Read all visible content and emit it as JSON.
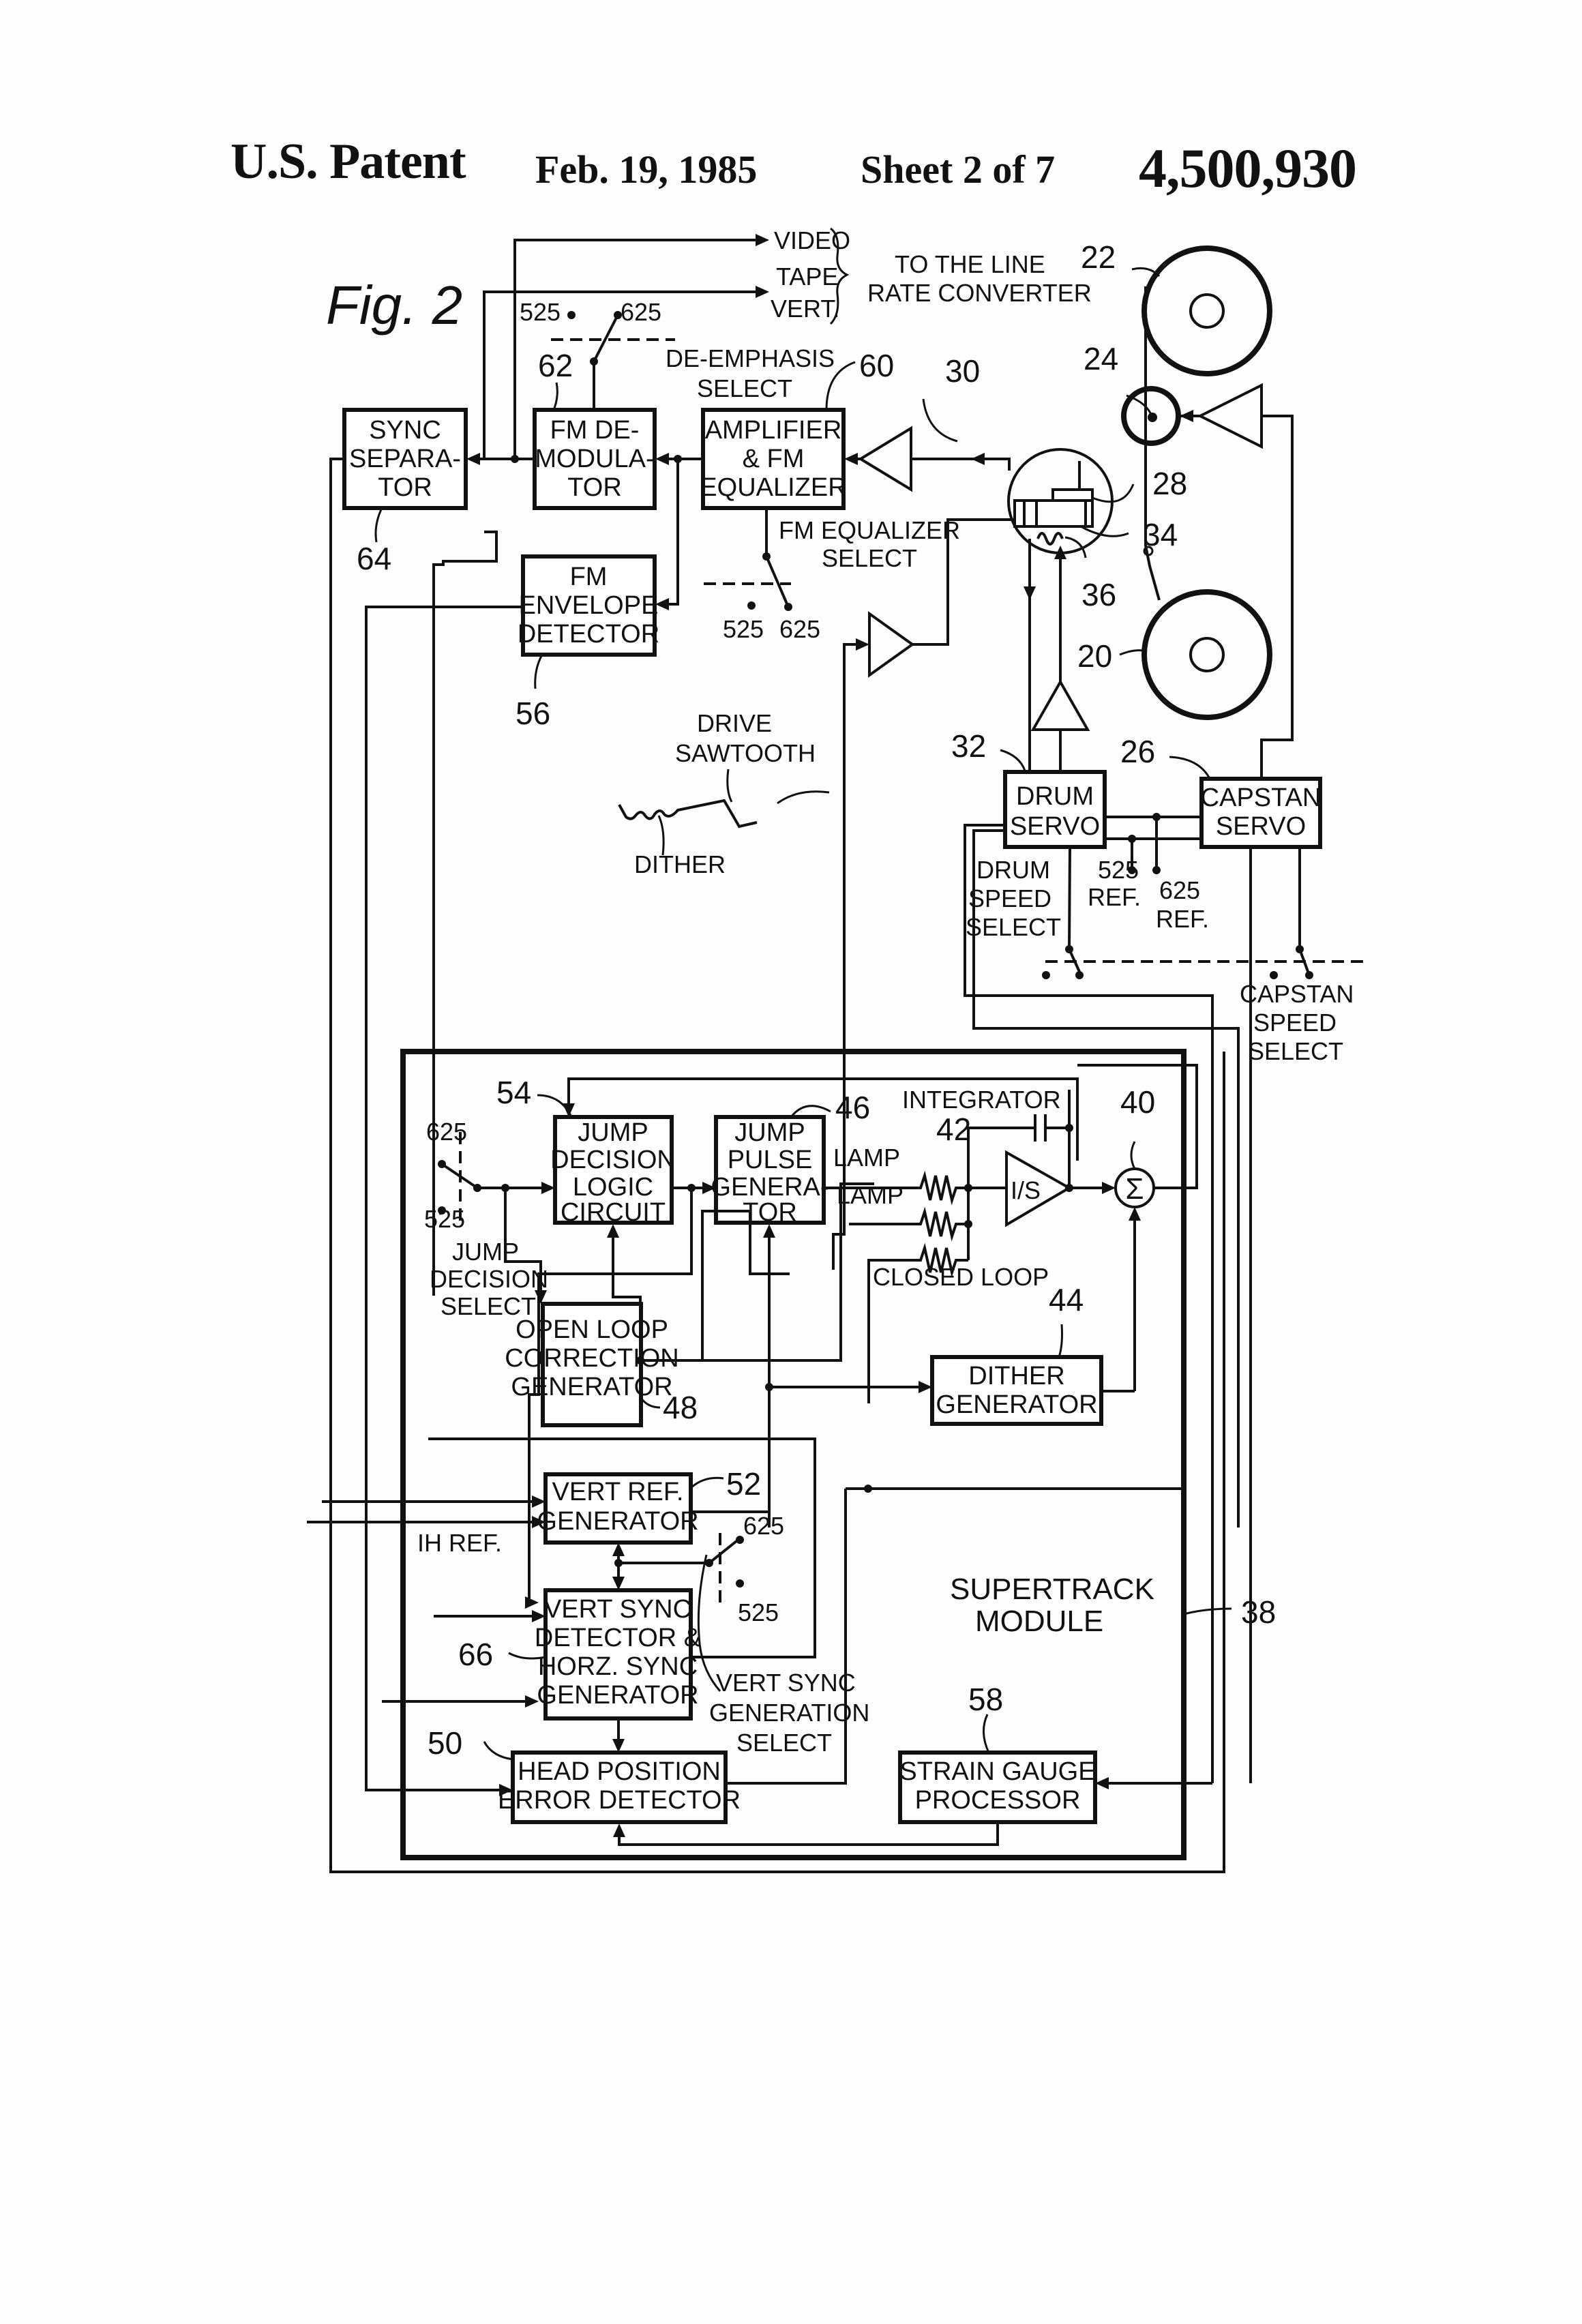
{
  "header": {
    "title": "U.S. Patent",
    "date": "Feb. 19, 1985",
    "sheet": "Sheet 2 of 7",
    "patent_number": "4,500,930"
  },
  "figure": {
    "label": "Fig. 2"
  },
  "outputs": {
    "video": "VIDEO",
    "tape_vert_1": "TAPE",
    "tape_vert_2": "VERT.",
    "destination_1": "TO THE LINE",
    "destination_2": "RATE CONVERTER"
  },
  "blocks": {
    "sync_separator": {
      "ref": "64",
      "lines": [
        "SYNC",
        "SEPARA-",
        "TOR"
      ]
    },
    "fm_demodulator": {
      "ref": "62",
      "lines": [
        "FM DE-",
        "MODULA-",
        "TOR"
      ]
    },
    "amplifier": {
      "ref": "60",
      "lines": [
        "AMPLIFIER",
        "& FM",
        "EQUALIZER"
      ]
    },
    "fm_envelope": {
      "ref": "56",
      "lines": [
        "FM",
        "ENVELOPE",
        "DETECTOR"
      ]
    },
    "drum_servo": {
      "ref": "32",
      "lines": [
        "DRUM",
        "SERVO"
      ]
    },
    "capstan_servo": {
      "ref": "26",
      "lines": [
        "CAPSTAN",
        "SERVO"
      ]
    },
    "jump_decision": {
      "ref": "54",
      "lines": [
        "JUMP",
        "DECISION",
        "LOGIC",
        "CIRCUIT"
      ]
    },
    "jump_pulse": {
      "ref": "46",
      "lines": [
        "JUMP",
        "PULSE",
        "GENERA-",
        "TOR"
      ]
    },
    "open_loop": {
      "ref": "48",
      "lines": [
        "OPEN LOOP",
        "CORRECTION",
        "GENERATOR"
      ]
    },
    "dither_gen": {
      "ref": "44",
      "lines": [
        "DITHER",
        "GENERATOR"
      ]
    },
    "vert_ref": {
      "ref": "52",
      "lines": [
        "VERT REF.",
        "GENERATOR"
      ]
    },
    "vert_sync": {
      "ref": "66",
      "lines": [
        "VERT SYNC",
        "DETECTOR &",
        "HORZ. SYNC",
        "GENERATOR"
      ]
    },
    "head_position": {
      "ref": "50",
      "lines": [
        "HEAD POSITION",
        "ERROR DETECTOR"
      ]
    },
    "strain_gauge": {
      "ref": "58",
      "lines": [
        "STRAIN GAUGE",
        "PROCESSOR"
      ]
    },
    "integrator_amp": {
      "ref": "42",
      "symbol": "I/S"
    },
    "summer": {
      "ref": "40",
      "symbol": "Σ"
    }
  },
  "module": {
    "ref": "38",
    "lines": [
      "SUPERTRACK",
      "MODULE"
    ]
  },
  "mechanism": {
    "supply_reel": "20",
    "takeup_reel": "22",
    "capstan": "24",
    "drum": "30",
    "head": "28",
    "bimorph": "34",
    "strain_gauge": "36"
  },
  "labels": {
    "de_emphasis_1": "DE-EMPHASIS",
    "de_emphasis_2": "SELECT",
    "sw_525": "525",
    "sw_625": "625",
    "fm_eq_1": "FM EQUALIZER",
    "fm_eq_2": "SELECT",
    "drive_1": "DRIVE",
    "drive_2": "SAWTOOTH",
    "dither": "DITHER",
    "drum_speed": [
      "DRUM",
      "SPEED",
      "SELECT"
    ],
    "ref_525": [
      "525",
      "REF."
    ],
    "ref_625": [
      "625",
      "REF."
    ],
    "capstan_speed": [
      "CAPSTAN",
      "SPEED",
      "SELECT"
    ],
    "integrator": "INTEGRATOR",
    "lamp_1": "LAMP",
    "lamp_2": "LAMP",
    "closed_loop": "CLOSED LOOP",
    "jump_decision_select": [
      "JUMP",
      "DECISION",
      "SELECT"
    ],
    "ih_ref": "IH REF.",
    "vert_sync_select": [
      "VERT SYNC",
      "GENERATION",
      "SELECT"
    ]
  }
}
